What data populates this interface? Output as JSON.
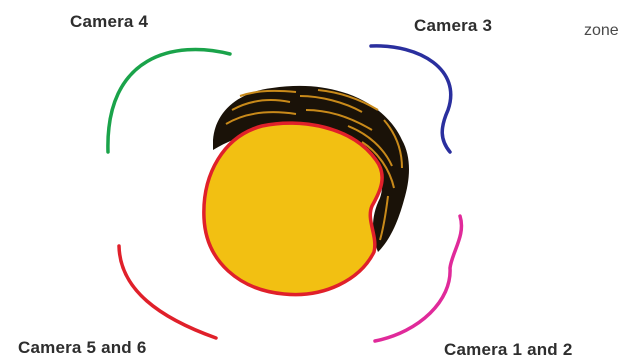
{
  "cameras": {
    "cam4": {
      "label": "Camera 4",
      "color": "#1aa34a"
    },
    "cam3": {
      "label": "Camera 3",
      "color": "#2a2f9e"
    },
    "cam56": {
      "label": "Camera 5 and 6",
      "color": "#e0202a"
    },
    "cam12": {
      "label": "Camera 1 and 2",
      "color": "#e02a9a"
    }
  },
  "zone_label": "zone",
  "subject": {
    "face_color": "#f2c012",
    "outline_color": "#e0202a",
    "hair_color": "#1a1208",
    "hair_highlight": "#c98a1a"
  }
}
